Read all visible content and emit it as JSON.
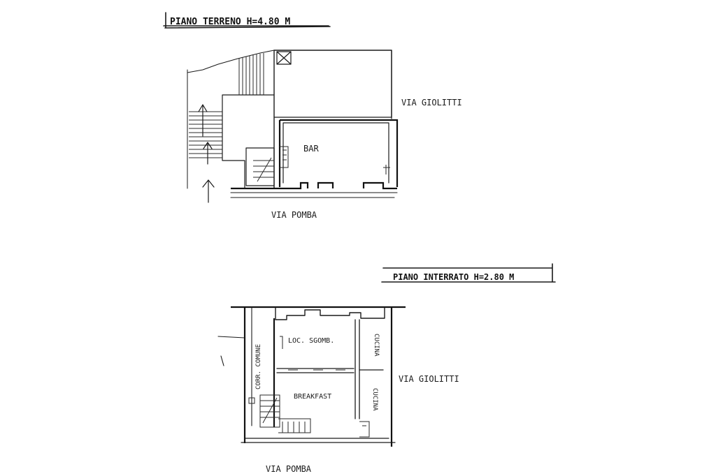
{
  "ground_floor": {
    "title": "PIANO TERRENO H=4.80 M",
    "street_right": "VIA GIOLITTI",
    "street_bottom": "VIA POMBA",
    "rooms": {
      "bar": "BAR"
    }
  },
  "basement": {
    "title": "PIANO INTERRATO H=2.80 M",
    "street_right": "VIA GIOLITTI",
    "street_bottom": "VIA POMBA",
    "rooms": {
      "storage": "LOC. SGOMB.",
      "breakfast": "BREAKFAST",
      "kitchen_upper": "CUCINA",
      "kitchen_lower": "CUCINA",
      "corridor": "CORR. COMUNE"
    }
  }
}
